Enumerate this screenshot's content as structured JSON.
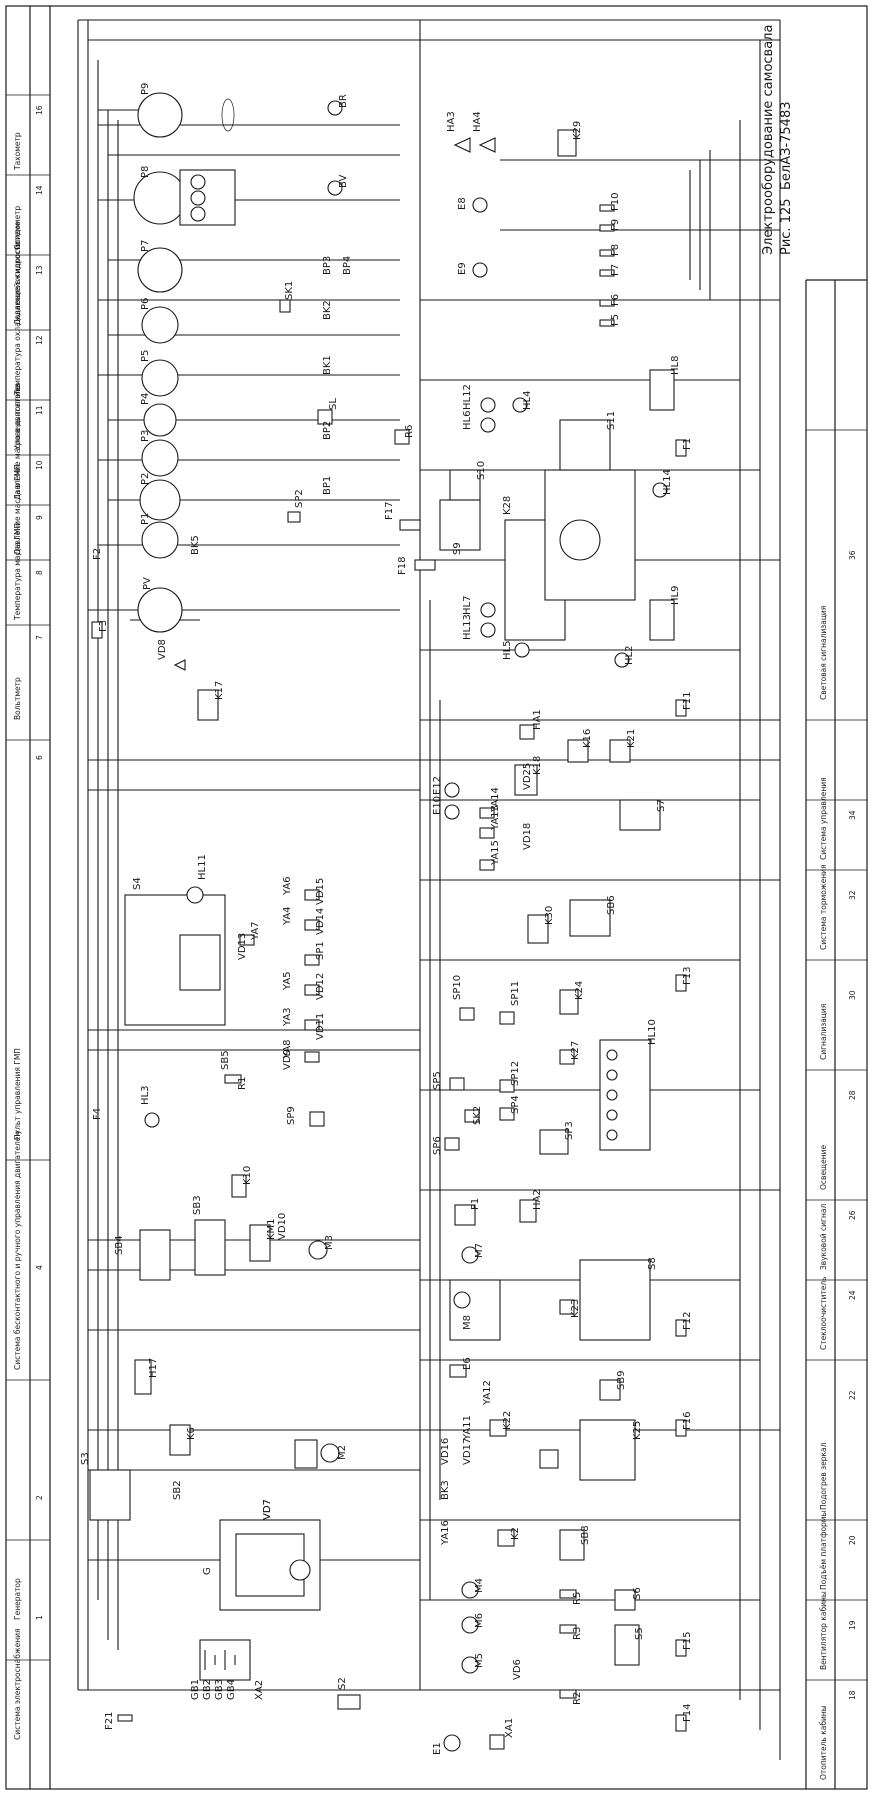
{
  "title_block": {
    "figure": "Рис. 125",
    "title": "Электрооборудование самосвала",
    "model": "БелАЗ-75483"
  },
  "top_strip": {
    "sections": [
      {
        "num": "1",
        "label": "Система электроснабжения"
      },
      {
        "num": "2",
        "label": "Генератор"
      },
      {
        "num": "4",
        "label": "Система бесконтактного и ручного управления двигателем"
      },
      {
        "num": "6",
        "label": "Пульт управления ГМП"
      },
      {
        "num": "7",
        "label": "Вольтметр"
      },
      {
        "num": "8",
        "label": "Температура масла ГМП"
      },
      {
        "num": "9",
        "label": "Давление масла в ГМП"
      },
      {
        "num": "10",
        "label": "Давление масла в двигателе"
      },
      {
        "num": "11",
        "label": "Уровень топлива"
      },
      {
        "num": "12",
        "label": "Температура охлаждающей жидкости"
      },
      {
        "num": "13",
        "label": "Давление в гидросистеме"
      },
      {
        "num": "14",
        "label": "Спидометр"
      },
      {
        "num": "16",
        "label": "Тахометр"
      }
    ]
  },
  "bottom_strip": {
    "sections": [
      {
        "num": "18",
        "label": "Отопитель кабины"
      },
      {
        "num": "19",
        "label": "Вентилятор кабины"
      },
      {
        "num": "20",
        "label": "Подъём платформы"
      },
      {
        "num": "22",
        "label": "Подогрев зеркал"
      },
      {
        "num": "24",
        "label": "Стеклоочиститель"
      },
      {
        "num": "26",
        "label": "Звуковой сигнал"
      },
      {
        "num": "28",
        "label": "Освещение"
      },
      {
        "num": "30",
        "label": "Сигнализация"
      },
      {
        "num": "32",
        "label": "Система торможения"
      },
      {
        "num": "34",
        "label": "Система управления"
      },
      {
        "num": "36",
        "label": "Световая сигнализация"
      }
    ]
  },
  "components": [
    "XA1",
    "F21",
    "GB1",
    "GB2",
    "GB3",
    "GB4",
    "XA2",
    "S2",
    "G",
    "M2",
    "VD7",
    "SB2",
    "K6",
    "S3",
    "H17",
    "SB4",
    "SB3",
    "KM1",
    "M3",
    "VD10",
    "K10",
    "HL3",
    "SP9",
    "VD9",
    "YA8",
    "YA3",
    "VD11",
    "YA5",
    "VD12",
    "VD13",
    "YA7",
    "SP1",
    "YA4",
    "VD14",
    "VD15",
    "YA6",
    "S4",
    "HL11",
    "SB5",
    "R1",
    "K17",
    "VD8",
    "PV",
    "P1",
    "BK5",
    "P2",
    "BP1",
    "SP2",
    "P3",
    "BP2",
    "SL",
    "P4",
    "BK1",
    "P5",
    "P6",
    "BK2",
    "SK1",
    "P7",
    "BP3",
    "BP4",
    "P8",
    "BV",
    "P9",
    "BR",
    "E1",
    "M5",
    "M6",
    "M4",
    "VD6",
    "VD7",
    "R2",
    "R3",
    "R5",
    "S5",
    "S6",
    "YA16",
    "K2",
    "SB8",
    "VD16",
    "BK3",
    "YA11",
    "VD17",
    "YA12",
    "K22",
    "SB9",
    "K25",
    "E6",
    "M7",
    "M8",
    "S8",
    "K23",
    "HA2",
    "F1",
    "SP6",
    "SK2",
    "SP5",
    "SP3",
    "SP4",
    "SP12",
    "SP10",
    "SP11",
    "K24",
    "K27",
    "HL10",
    "K30",
    "SB6",
    "YA13",
    "YA14",
    "YA15",
    "VD18",
    "VD25",
    "S7",
    "E10",
    "E12",
    "K18",
    "HA1",
    "K16",
    "K21",
    "HL2",
    "HL5",
    "HL13",
    "HL7",
    "K28",
    "F18",
    "S9",
    "F17",
    "S10",
    "R6",
    "S11",
    "HL6",
    "HL12",
    "HL4",
    "HL14",
    "HL8",
    "HL9",
    "E9",
    "E8",
    "F5",
    "F6",
    "F7",
    "F8",
    "F9",
    "F10",
    "HA3",
    "HA4",
    "K29"
  ],
  "fuse_labels": [
    "F14",
    "F15",
    "F16",
    "F12",
    "F13",
    "F11",
    "F1",
    "F3",
    "F4",
    "F2"
  ]
}
